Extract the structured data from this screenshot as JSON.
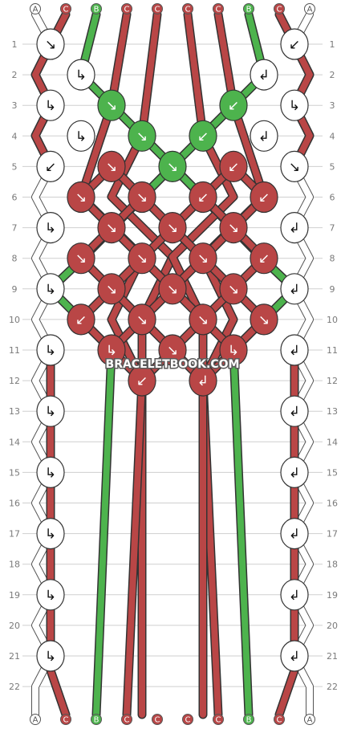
{
  "pattern": {
    "columns": [
      "A",
      "C",
      "B",
      "C",
      "C",
      "C",
      "C",
      "B",
      "C",
      "A"
    ],
    "row_labels": [
      "1",
      "2",
      "3",
      "4",
      "5",
      "6",
      "7",
      "8",
      "9",
      "10",
      "11",
      "12",
      "13",
      "14",
      "15",
      "16",
      "17",
      "18",
      "19",
      "20",
      "21",
      "22"
    ],
    "watermark": "BRACELETBOOK.COM",
    "colors": {
      "A": "#ffffff",
      "B": "#4db34d",
      "C": "#b94646",
      "outline": "#333333",
      "grid": "#cfcfcf"
    },
    "knots": [
      {
        "row": 1,
        "col": 1,
        "color": "A",
        "symbol": "↘"
      },
      {
        "row": 1,
        "col": 9,
        "color": "A",
        "symbol": "↙"
      },
      {
        "row": 2,
        "col": 2,
        "color": "A",
        "symbol": "↳"
      },
      {
        "row": 2,
        "col": 8,
        "color": "A",
        "symbol": "↲"
      },
      {
        "row": 3,
        "col": 1,
        "color": "A",
        "symbol": "↳"
      },
      {
        "row": 3,
        "col": 3,
        "color": "B",
        "symbol": "↘"
      },
      {
        "row": 3,
        "col": 7,
        "color": "B",
        "symbol": "↙"
      },
      {
        "row": 3,
        "col": 9,
        "color": "A",
        "symbol": "↳"
      },
      {
        "row": 4,
        "col": 2,
        "color": "A",
        "symbol": "↳"
      },
      {
        "row": 4,
        "col": 4,
        "color": "B",
        "symbol": "↘"
      },
      {
        "row": 4,
        "col": 6,
        "color": "B",
        "symbol": "↙"
      },
      {
        "row": 4,
        "col": 8,
        "color": "A",
        "symbol": "↲"
      },
      {
        "row": 5,
        "col": 1,
        "color": "A",
        "symbol": "↙"
      },
      {
        "row": 5,
        "col": 3,
        "color": "C",
        "symbol": "↘"
      },
      {
        "row": 5,
        "col": 5,
        "color": "B",
        "symbol": "↘"
      },
      {
        "row": 5,
        "col": 7,
        "color": "C",
        "symbol": "↙"
      },
      {
        "row": 5,
        "col": 9,
        "color": "A",
        "symbol": "↘"
      },
      {
        "row": 6,
        "col": 2,
        "color": "C",
        "symbol": "↘"
      },
      {
        "row": 6,
        "col": 4,
        "color": "C",
        "symbol": "↘"
      },
      {
        "row": 6,
        "col": 6,
        "color": "C",
        "symbol": "↙"
      },
      {
        "row": 6,
        "col": 8,
        "color": "C",
        "symbol": "↙"
      },
      {
        "row": 7,
        "col": 1,
        "color": "A",
        "symbol": "↳"
      },
      {
        "row": 7,
        "col": 3,
        "color": "C",
        "symbol": "↘"
      },
      {
        "row": 7,
        "col": 5,
        "color": "C",
        "symbol": "↘"
      },
      {
        "row": 7,
        "col": 7,
        "color": "C",
        "symbol": "↘"
      },
      {
        "row": 7,
        "col": 9,
        "color": "A",
        "symbol": "↲"
      },
      {
        "row": 8,
        "col": 2,
        "color": "C",
        "symbol": "↘"
      },
      {
        "row": 8,
        "col": 4,
        "color": "C",
        "symbol": "↘"
      },
      {
        "row": 8,
        "col": 6,
        "color": "C",
        "symbol": "↘"
      },
      {
        "row": 8,
        "col": 8,
        "color": "C",
        "symbol": "↙"
      },
      {
        "row": 9,
        "col": 1,
        "color": "A",
        "symbol": "↳"
      },
      {
        "row": 9,
        "col": 3,
        "color": "C",
        "symbol": "↘"
      },
      {
        "row": 9,
        "col": 5,
        "color": "C",
        "symbol": "↘"
      },
      {
        "row": 9,
        "col": 7,
        "color": "C",
        "symbol": "↘"
      },
      {
        "row": 9,
        "col": 9,
        "color": "A",
        "symbol": "↲"
      },
      {
        "row": 10,
        "col": 2,
        "color": "C",
        "symbol": "↙"
      },
      {
        "row": 10,
        "col": 4,
        "color": "C",
        "symbol": "↘"
      },
      {
        "row": 10,
        "col": 6,
        "color": "C",
        "symbol": "↘"
      },
      {
        "row": 10,
        "col": 8,
        "color": "C",
        "symbol": "↘"
      },
      {
        "row": 11,
        "col": 1,
        "color": "A",
        "symbol": "↳"
      },
      {
        "row": 11,
        "col": 3,
        "color": "C",
        "symbol": "↳"
      },
      {
        "row": 11,
        "col": 5,
        "color": "C",
        "symbol": "↘"
      },
      {
        "row": 11,
        "col": 7,
        "color": "C",
        "symbol": "↳"
      },
      {
        "row": 11,
        "col": 9,
        "color": "A",
        "symbol": "↲"
      },
      {
        "row": 12,
        "col": 4,
        "color": "C",
        "symbol": "↙"
      },
      {
        "row": 12,
        "col": 6,
        "color": "C",
        "symbol": "↲"
      },
      {
        "row": 13,
        "col": 1,
        "color": "A",
        "symbol": "↳"
      },
      {
        "row": 13,
        "col": 9,
        "color": "A",
        "symbol": "↲"
      },
      {
        "row": 15,
        "col": 1,
        "color": "A",
        "symbol": "↳"
      },
      {
        "row": 15,
        "col": 9,
        "color": "A",
        "symbol": "↲"
      },
      {
        "row": 17,
        "col": 1,
        "color": "A",
        "symbol": "↳"
      },
      {
        "row": 17,
        "col": 9,
        "color": "A",
        "symbol": "↲"
      },
      {
        "row": 19,
        "col": 1,
        "color": "A",
        "symbol": "↳"
      },
      {
        "row": 19,
        "col": 9,
        "color": "A",
        "symbol": "↲"
      },
      {
        "row": 21,
        "col": 1,
        "color": "A",
        "symbol": "↳"
      },
      {
        "row": 21,
        "col": 9,
        "color": "A",
        "symbol": "↲"
      }
    ]
  }
}
